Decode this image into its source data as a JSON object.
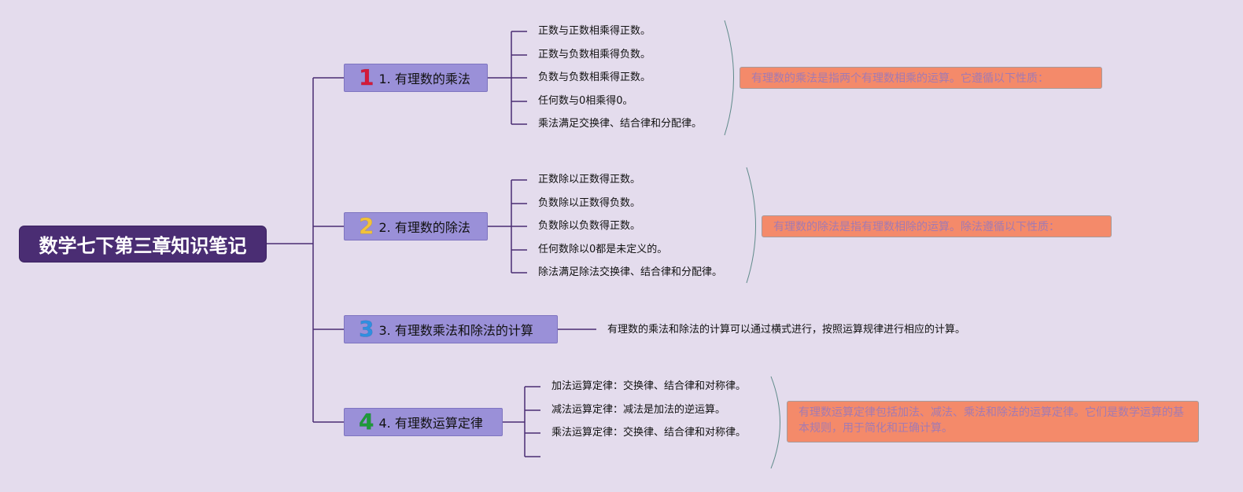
{
  "root": {
    "title": "数学七下第三章知识笔记"
  },
  "branches": [
    {
      "num": "1",
      "num_color": "#d41a3a",
      "label": "1. 有理数的乘法",
      "leaves": [
        "正数与正数相乘得正数。",
        "正数与负数相乘得负数。",
        "负数与负数相乘得正数。",
        "任何数与0相乘得0。",
        "乘法满足交换律、结合律和分配律。"
      ],
      "note": "有理数的乘法是指两个有理数相乘的运算。它遵循以下性质："
    },
    {
      "num": "2",
      "num_color": "#f2c23a",
      "label": "2. 有理数的除法",
      "leaves": [
        "正数除以正数得正数。",
        "负数除以正数得负数。",
        "负数除以负数得正数。",
        "任何数除以0都是未定义的。",
        "除法满足除法交换律、结合律和分配律。"
      ],
      "note": "有理数的除法是指有理数相除的运算。除法遵循以下性质："
    },
    {
      "num": "3",
      "num_color": "#2f8fe0",
      "label": "3. 有理数乘法和除法的计算",
      "leaves": [
        "有理数的乘法和除法的计算可以通过横式进行，按照运算规律进行相应的计算。"
      ]
    },
    {
      "num": "4",
      "num_color": "#1e9a3a",
      "label": "4. 有理数运算定律",
      "leaves": [
        "加法运算定律：交换律、结合律和对称律。",
        "减法运算定律：减法是加法的逆运算。",
        "乘法运算定律：交换律、结合律和对称律。",
        ""
      ],
      "note": "有理数运算定律包括加法、减法、乘法和除法的运算定律。它们是数学运算的基本规则，用于简化和正确计算。"
    }
  ],
  "colors": {
    "background": "#e4dced",
    "root": "#4a2d73",
    "branch": "#9a90d8",
    "note": "#f48a6a",
    "note_text": "#a37ab2",
    "line": "#4a2d73"
  }
}
